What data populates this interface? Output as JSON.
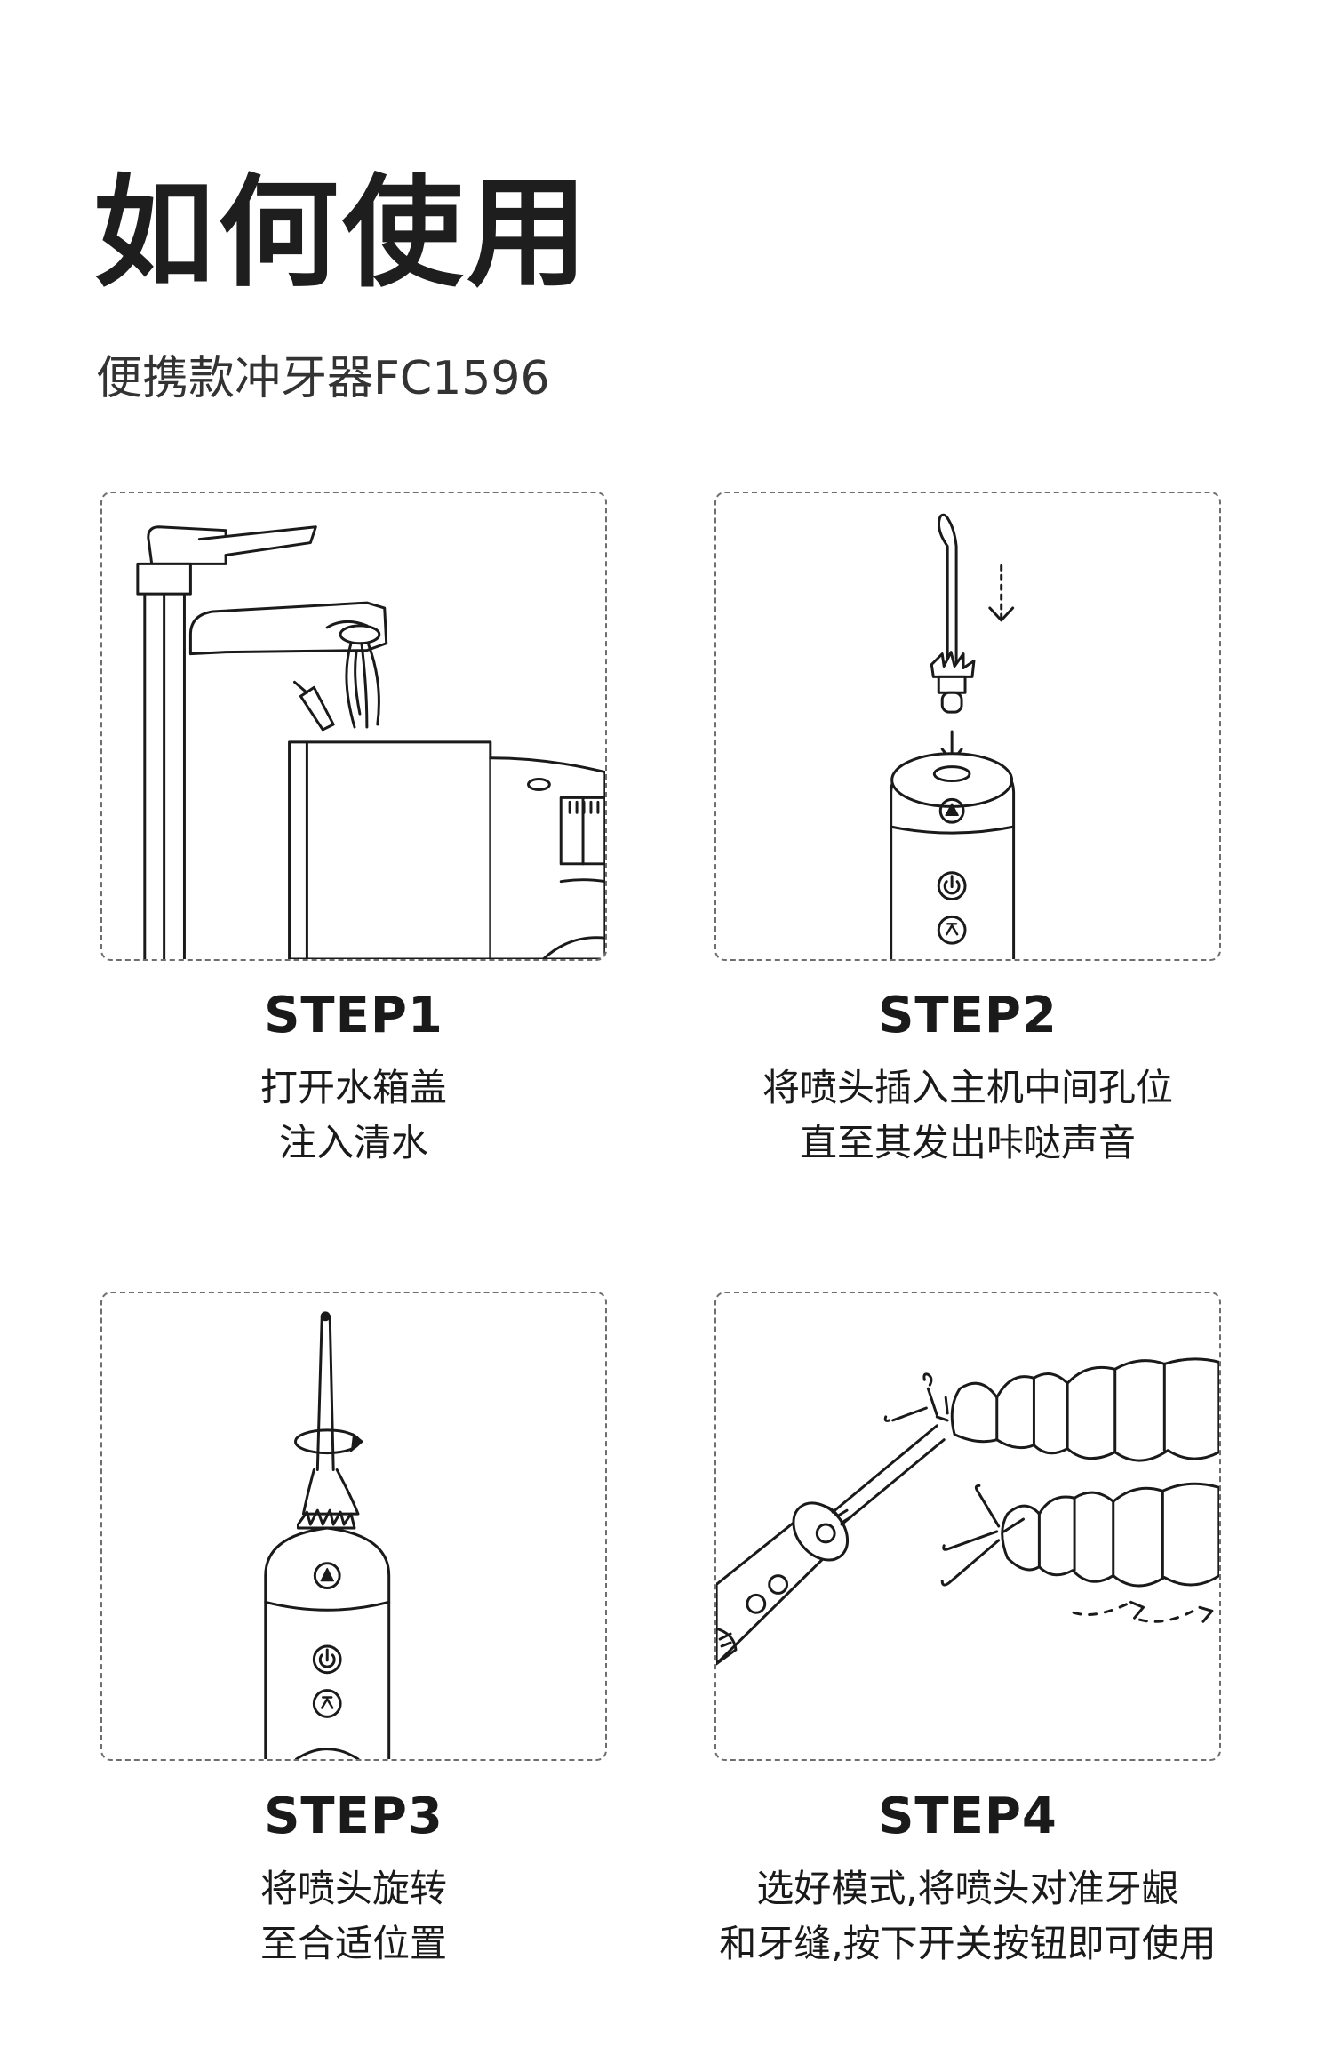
{
  "page": {
    "title": "如何使用",
    "subtitle": "便携款冲牙器FC1596"
  },
  "steps": [
    {
      "title": "STEP1",
      "line1": "打开水箱盖",
      "line2": "注入清水"
    },
    {
      "title": "STEP2",
      "line1": "将喷头插入主机中间孔位",
      "line2": "直至其发出咔哒声音"
    },
    {
      "title": "STEP3",
      "line1": "将喷头旋转",
      "line2": "至合适位置"
    },
    {
      "title": "STEP4",
      "line1": "选好模式,将喷头对准牙龈",
      "line2": "和牙缝,按下开关按钮即可使用"
    }
  ],
  "illustrations": [
    {
      "icon": "faucet-filling-tank-illustration"
    },
    {
      "icon": "nozzle-insertion-illustration"
    },
    {
      "icon": "nozzle-rotation-illustration"
    },
    {
      "icon": "teeth-cleaning-illustration"
    }
  ],
  "colors": {
    "text": "#1a1a1a",
    "border": "#6e6e6e",
    "line_art": "#1a1a1a"
  }
}
